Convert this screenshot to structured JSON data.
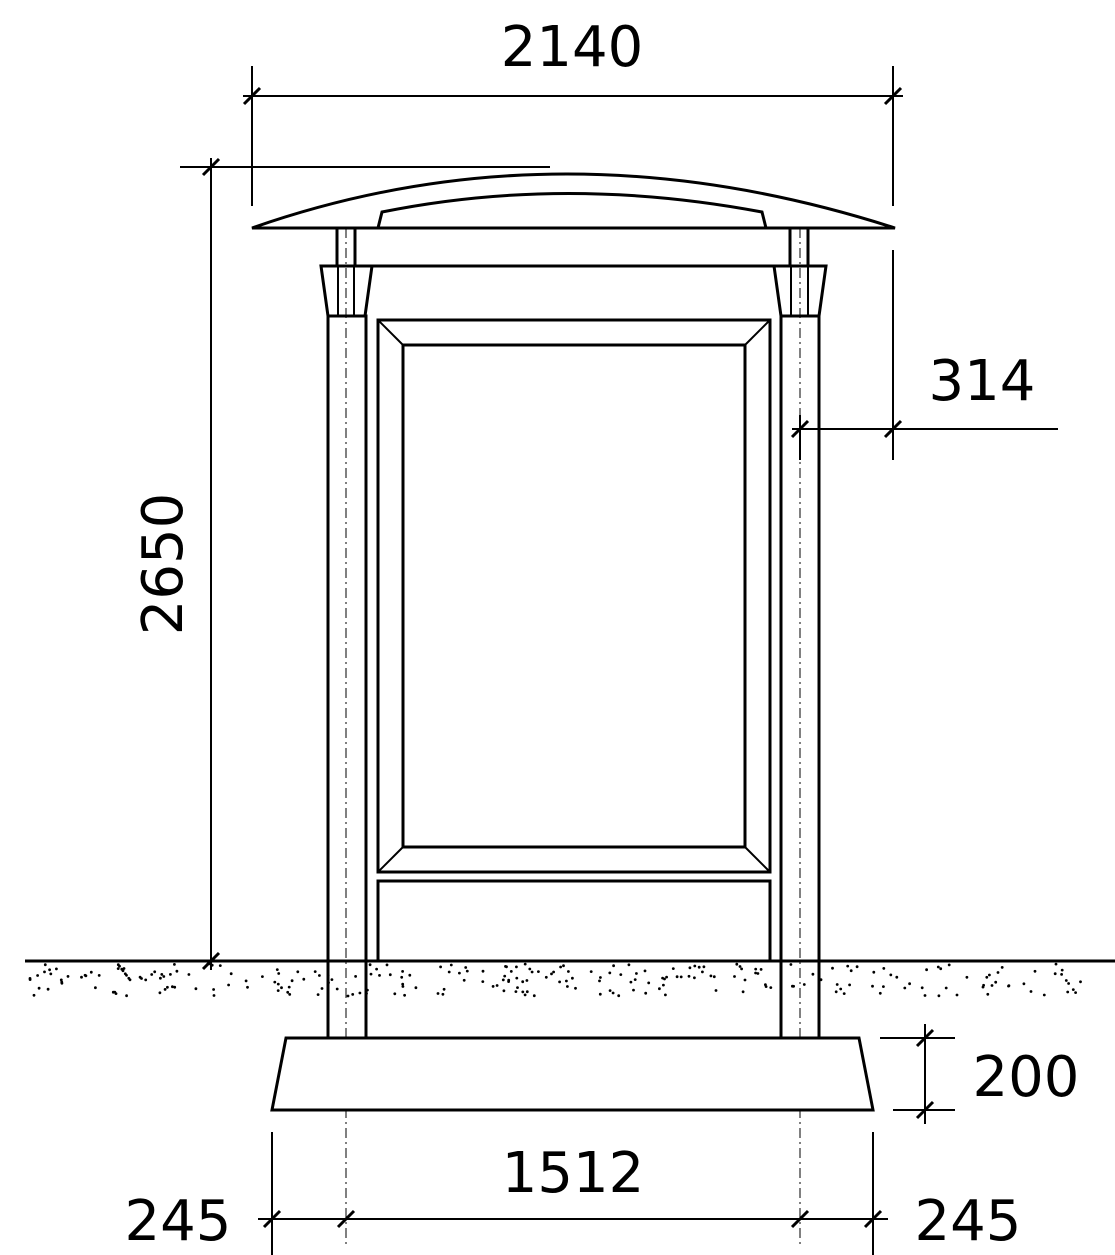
{
  "drawing": {
    "type": "elevation drawing",
    "dimensions": {
      "overall_width": "2140",
      "overall_height": "2650",
      "post_offset": "314",
      "foundation_height": "200",
      "post_spacing": "1512",
      "left_edge_offset": "245",
      "right_edge_offset": "245"
    }
  }
}
